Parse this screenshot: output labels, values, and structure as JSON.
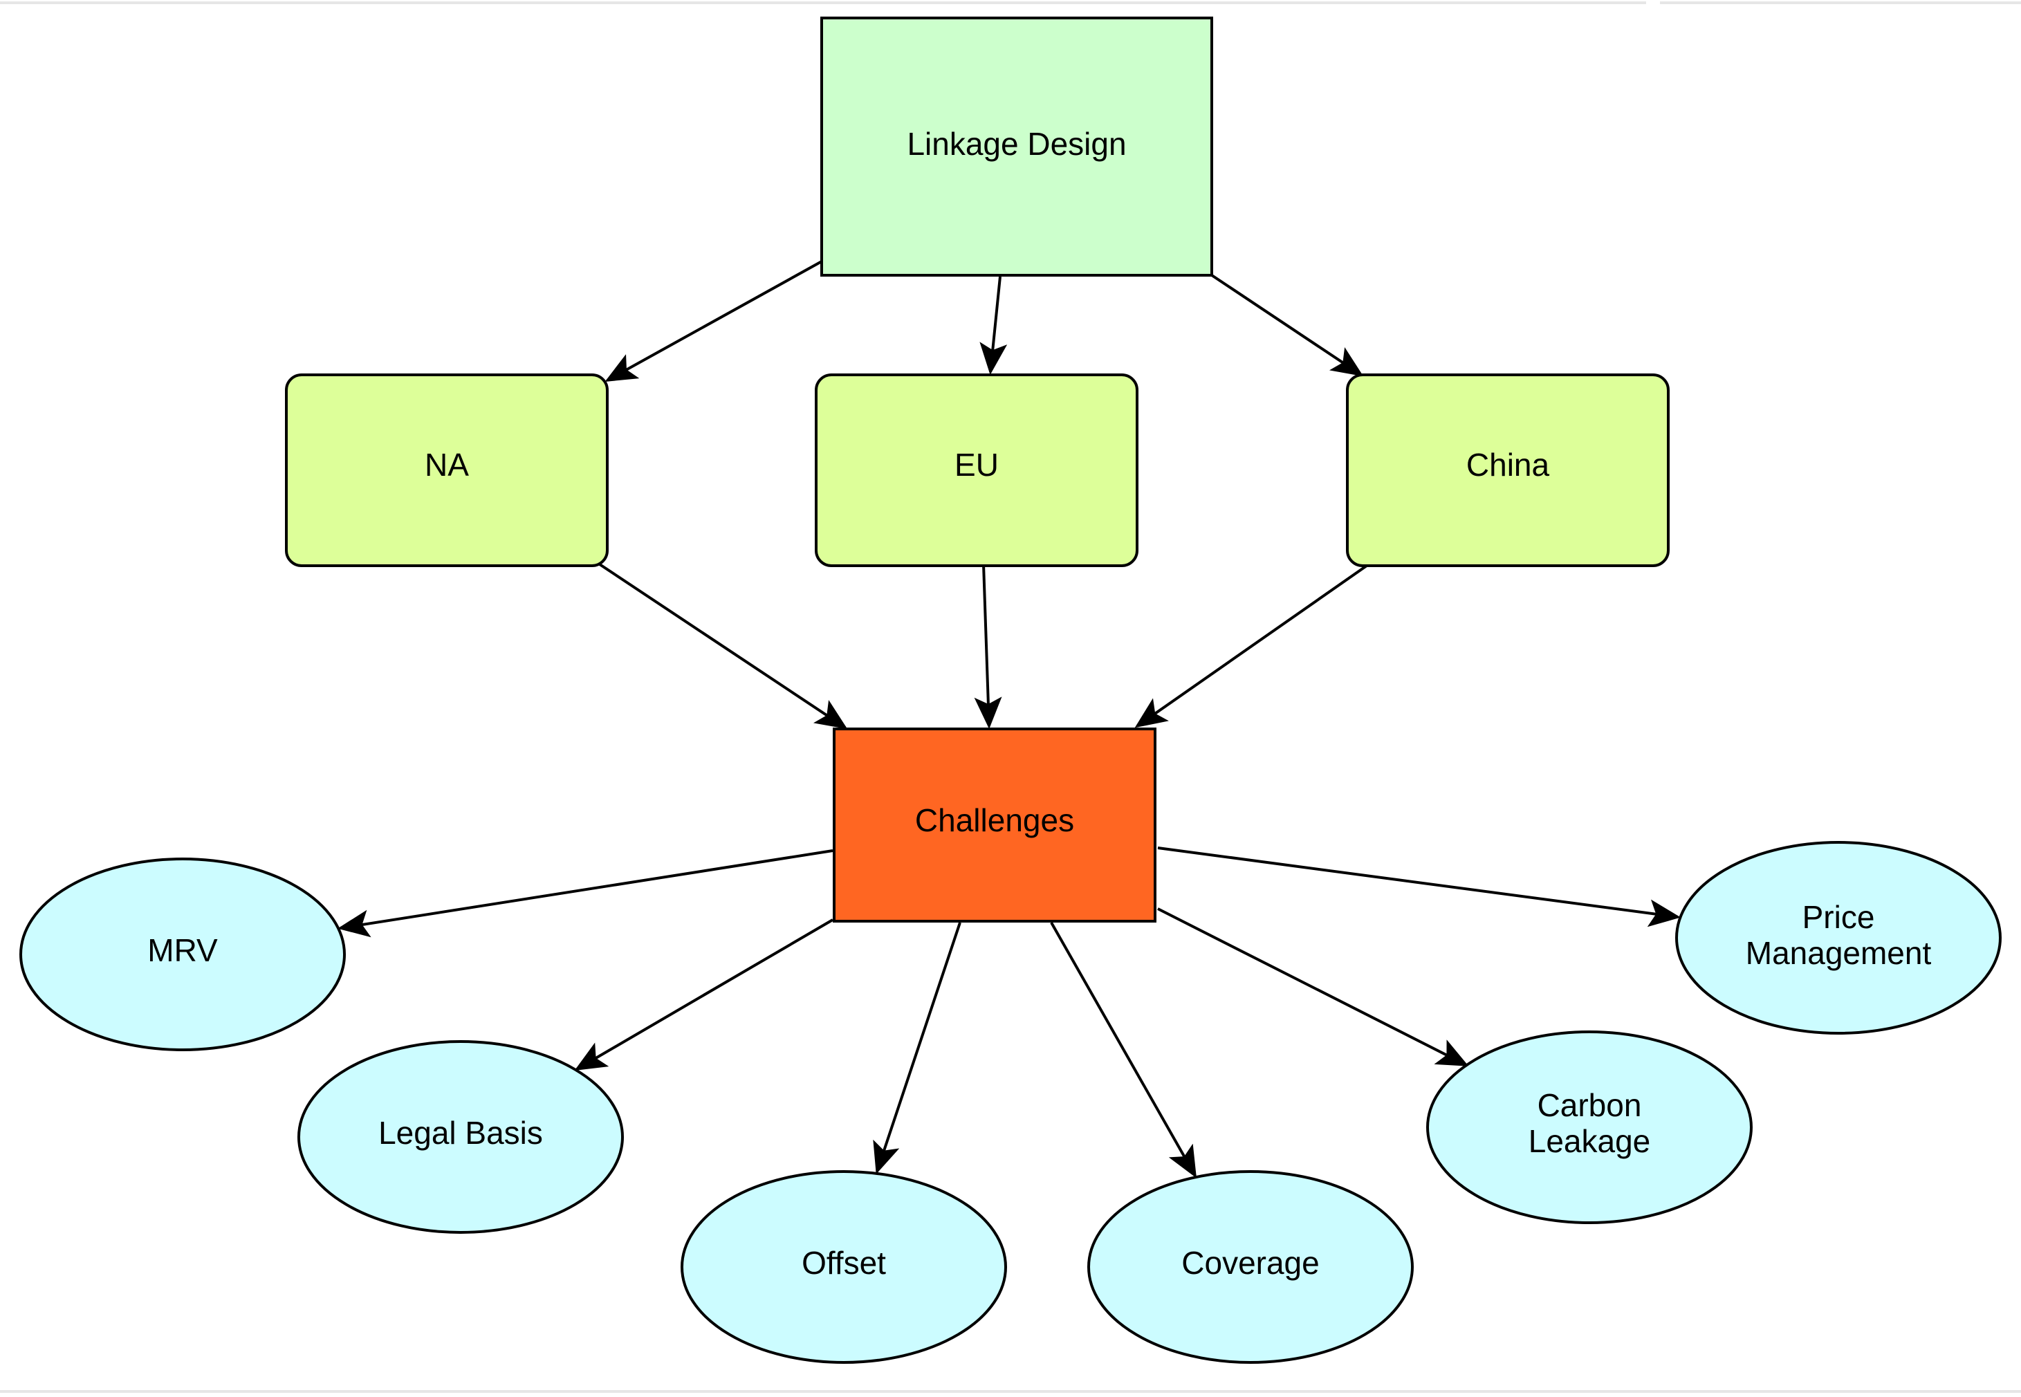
{
  "colors": {
    "root_fill": "#ccffcc",
    "region_fill": "#ddff99",
    "challenge_fill": "#ff6622",
    "leaf_fill": "#ccfcff",
    "stroke": "#000000"
  },
  "nodes": {
    "linkage_design": {
      "label": "Linkage Design",
      "shape": "rectangle"
    },
    "na": {
      "label": "NA",
      "shape": "rounded-rectangle"
    },
    "eu": {
      "label": "EU",
      "shape": "rounded-rectangle"
    },
    "china": {
      "label": "China",
      "shape": "rounded-rectangle"
    },
    "challenges": {
      "label": "Challenges",
      "shape": "rectangle"
    },
    "mrv": {
      "label": "MRV",
      "shape": "ellipse"
    },
    "legal_basis": {
      "label": "Legal Basis",
      "shape": "ellipse"
    },
    "offset": {
      "label": "Offset",
      "shape": "ellipse"
    },
    "coverage": {
      "label": "Coverage",
      "shape": "ellipse"
    },
    "carbon_leakage": {
      "label_line1": "Carbon",
      "label_line2": "Leakage",
      "shape": "ellipse"
    },
    "price_management": {
      "label_line1": "Price",
      "label_line2": "Management",
      "shape": "ellipse"
    }
  },
  "edges": [
    {
      "from": "Linkage Design",
      "to": "NA"
    },
    {
      "from": "Linkage Design",
      "to": "EU"
    },
    {
      "from": "Linkage Design",
      "to": "China"
    },
    {
      "from": "NA",
      "to": "Challenges"
    },
    {
      "from": "EU",
      "to": "Challenges"
    },
    {
      "from": "China",
      "to": "Challenges"
    },
    {
      "from": "Challenges",
      "to": "MRV"
    },
    {
      "from": "Challenges",
      "to": "Legal Basis"
    },
    {
      "from": "Challenges",
      "to": "Offset"
    },
    {
      "from": "Challenges",
      "to": "Coverage"
    },
    {
      "from": "Challenges",
      "to": "Carbon Leakage"
    },
    {
      "from": "Challenges",
      "to": "Price Management"
    }
  ]
}
